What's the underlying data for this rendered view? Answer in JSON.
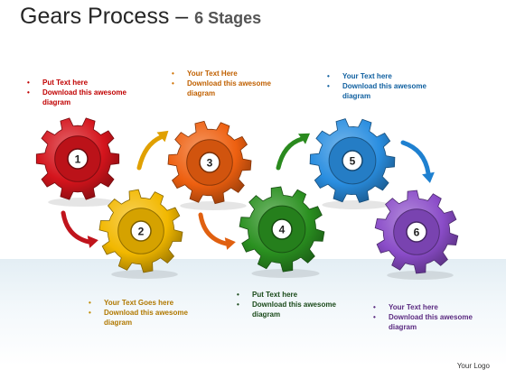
{
  "title": {
    "main": "Gears Process – ",
    "sub": "6 Stages"
  },
  "gears": [
    {
      "number": "1",
      "color": "#d4141c"
    },
    {
      "number": "2",
      "color": "#f2b800"
    },
    {
      "number": "3",
      "color": "#ee6010"
    },
    {
      "number": "4",
      "color": "#2a9020"
    },
    {
      "number": "5",
      "color": "#2a8ee0"
    },
    {
      "number": "6",
      "color": "#8a4cc8"
    }
  ],
  "notes": {
    "n1": [
      "Put Text here",
      "Download this awesome diagram"
    ],
    "n2": [
      "Your Text Goes here",
      "Download this awesome diagram"
    ],
    "n3": [
      "Your Text Here",
      "Download this awesome diagram"
    ],
    "n4": [
      "Put Text here",
      "Download this awesome diagram"
    ],
    "n5": [
      "Your Text here",
      "Download this awesome diagram"
    ],
    "n6": [
      "Your Text here",
      "Download this awesome diagram"
    ]
  },
  "logo": "Your Logo"
}
